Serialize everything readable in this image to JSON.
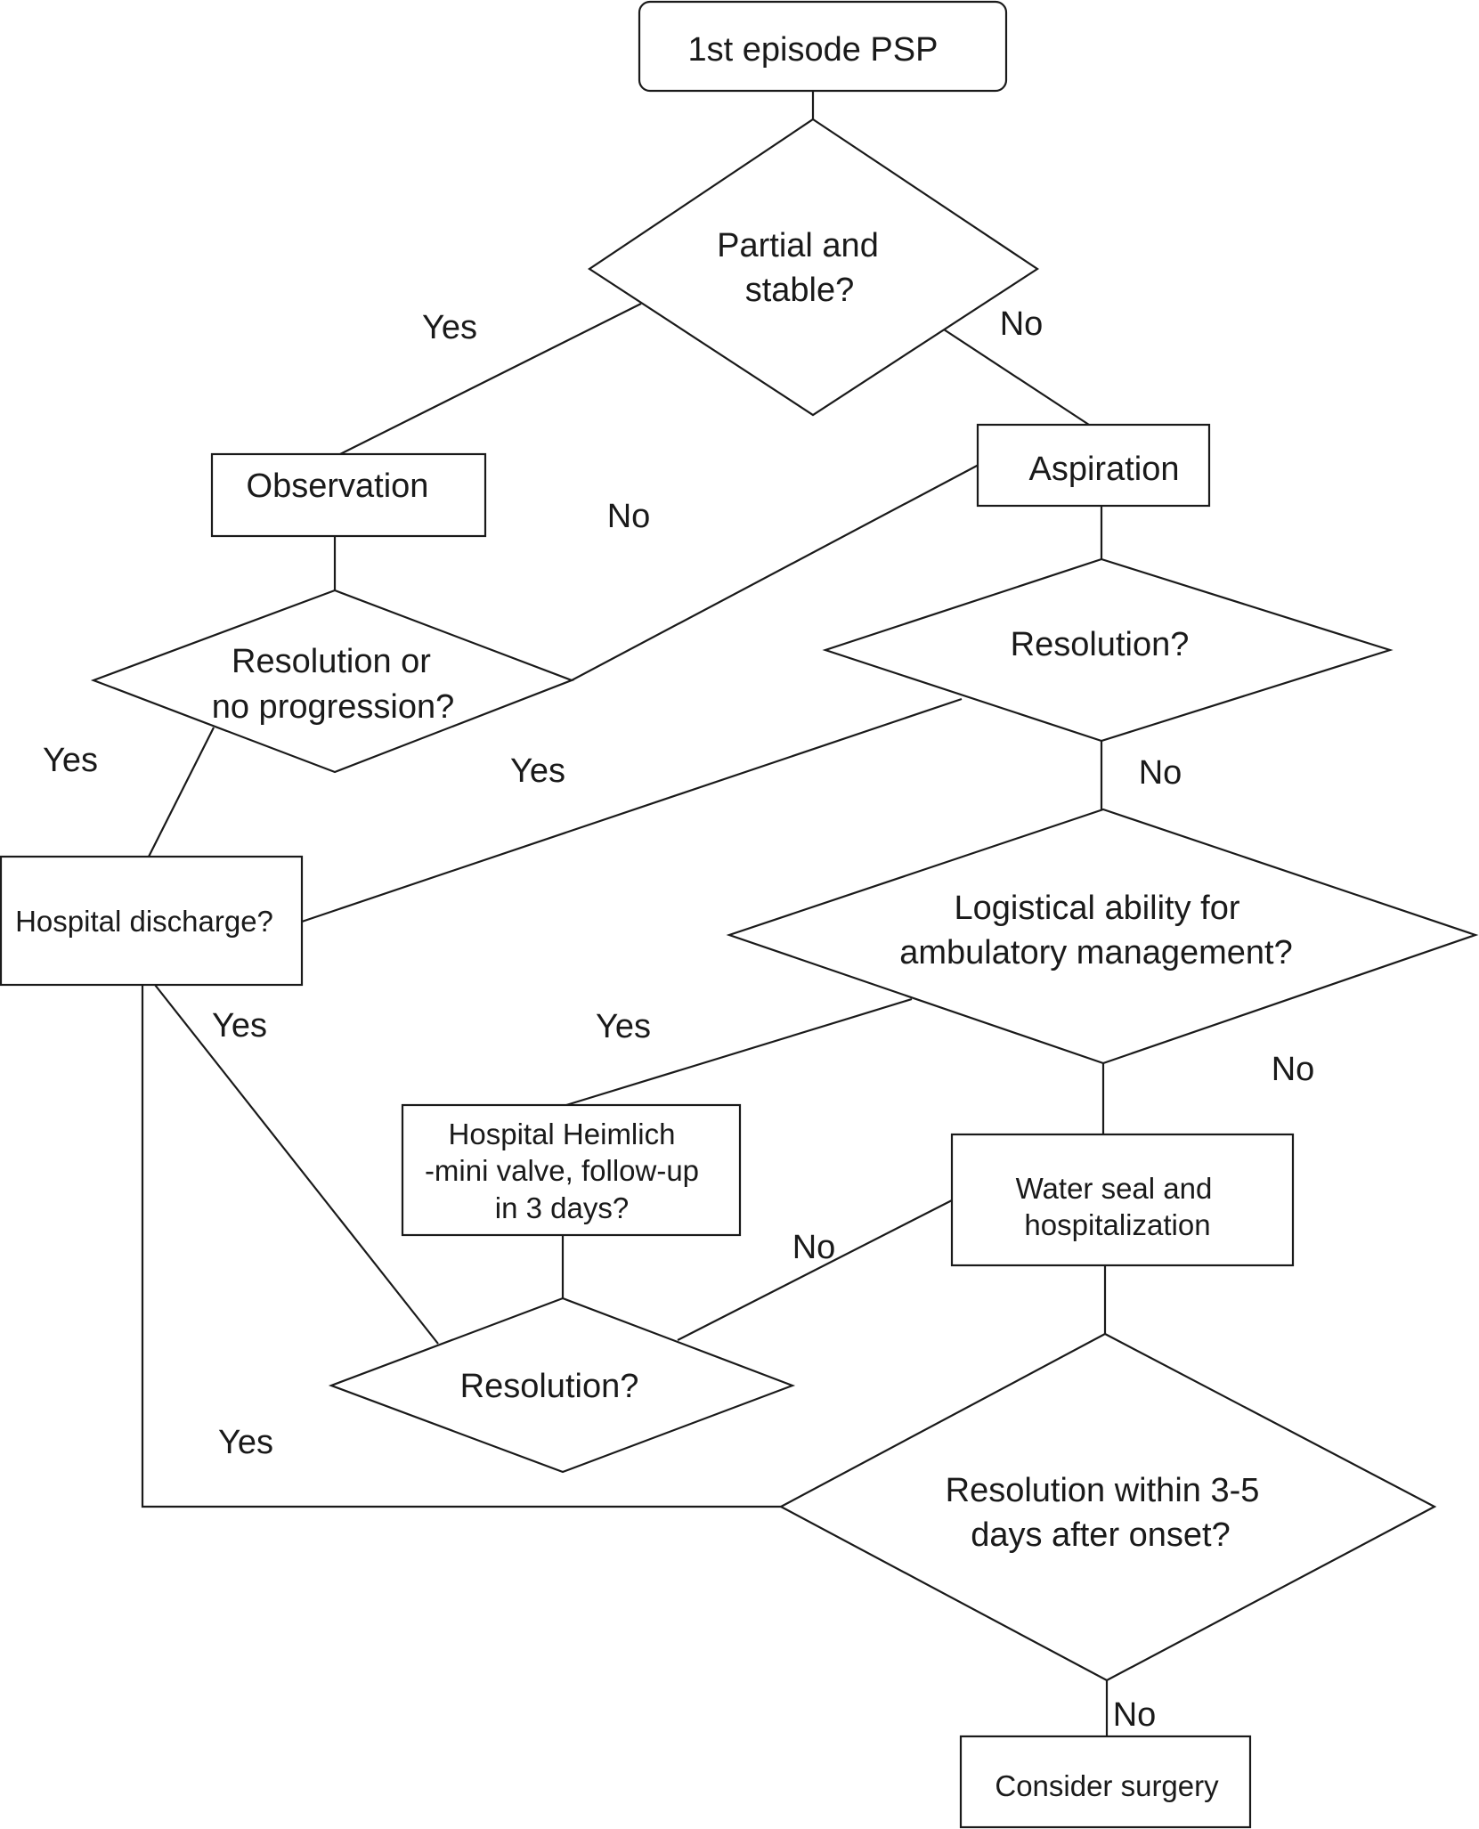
{
  "nodes": {
    "start": "1st episode PSP",
    "partial_stable": [
      "Partial and",
      "stable?"
    ],
    "observation": "Observation",
    "aspiration": "Aspiration",
    "resolution_progression": [
      "Resolution or",
      "no progression?"
    ],
    "resolution_1": "Resolution?",
    "discharge": "Hospital discharge?",
    "logistical": [
      "Logistical ability for",
      "ambulatory management?"
    ],
    "heimlich": [
      "Hospital Heimlich",
      "-mini valve, follow-up",
      "in 3 days?"
    ],
    "water_seal": [
      "Water seal and",
      "hospitalization"
    ],
    "resolution_2": "Resolution?",
    "resolution_days": [
      "Resolution within 3-5",
      "days after onset?"
    ],
    "surgery": "Consider surgery"
  },
  "edge_labels": {
    "partial_yes": "Yes",
    "partial_no": "No",
    "progression_no": "No",
    "progression_yes": "Yes",
    "resolution1_yes": "Yes",
    "resolution1_no": "No",
    "discharge_yes": "Yes",
    "logistical_yes": "Yes",
    "logistical_no": "No",
    "water_no": "No",
    "days_yes": "Yes",
    "days_no": "No"
  }
}
